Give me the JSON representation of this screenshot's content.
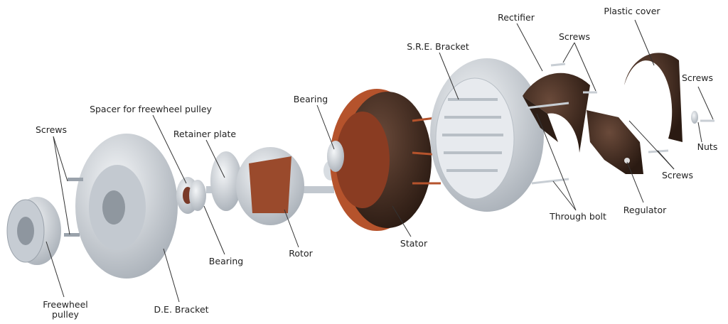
{
  "labels": {
    "screws_left": "Screws",
    "spacer": "Spacer for freewheel pulley",
    "retainer_plate": "Retainer plate",
    "bearing_upper": "Bearing",
    "sre_bracket": "S.R.E. Bracket",
    "rectifier": "Rectifier",
    "screws_top": "Screws",
    "plastic_cover": "Plastic cover",
    "screws_right": "Screws",
    "nuts": "Nuts",
    "screws_lower_right": "Screws",
    "regulator": "Regulator",
    "through_bolt": "Through bolt",
    "stator": "Stator",
    "rotor": "Rotor",
    "bearing_lower": "Bearing",
    "de_bracket": "D.E. Bracket",
    "freewheel_pulley_1": "Freewheel",
    "freewheel_pulley_2": "pulley"
  },
  "colors": {
    "metal": "#d9dde2",
    "copper": "#b5532c",
    "stator_dark": "#3a2a22",
    "plastic": "#3d2a20",
    "leader": "#333333"
  }
}
